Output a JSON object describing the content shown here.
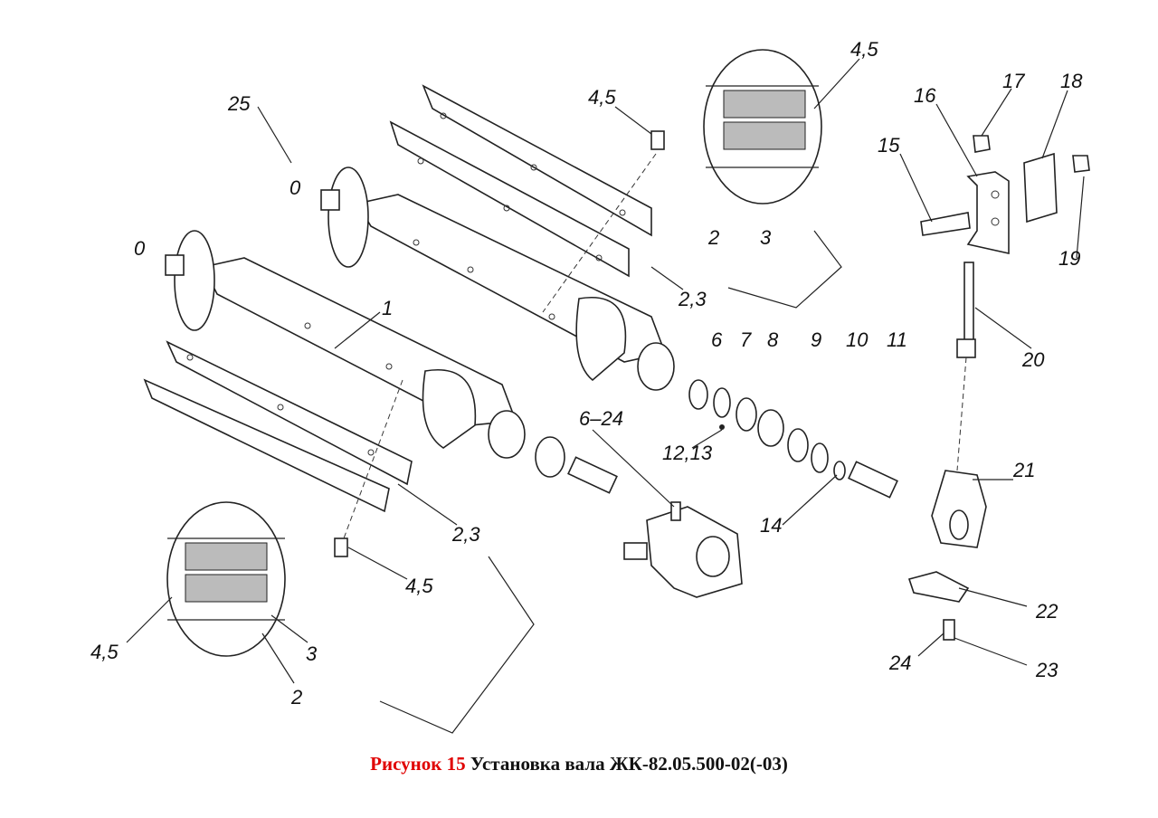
{
  "figure": {
    "number_label": "Рисунок 15",
    "title": "Установка вала ЖК-82.05.500-02(-03)"
  },
  "callouts": {
    "c25": "25",
    "c0a": "0",
    "c0b": "0",
    "c45_bolt_top": "4,5",
    "c45_detail_top": "4,5",
    "c1": "1",
    "c16": "16",
    "c17": "17",
    "c18": "18",
    "c15": "15",
    "c19": "19",
    "c2_top": "2",
    "c3_top": "3",
    "c23_top": "2,3",
    "c6": "6",
    "c7": "7",
    "c8": "8",
    "c9": "9",
    "c10": "10",
    "c11": "11",
    "c20": "20",
    "c1213": "12,13",
    "c624": "6–24",
    "c21": "21",
    "c14": "14",
    "c23_bottom": "2,3",
    "c45_bolt_bottom": "4,5",
    "c22": "22",
    "c24": "24",
    "c23": "23",
    "c45_detail_bottom": "4,5",
    "c3_bottom": "3",
    "c2_bottom": "2"
  }
}
